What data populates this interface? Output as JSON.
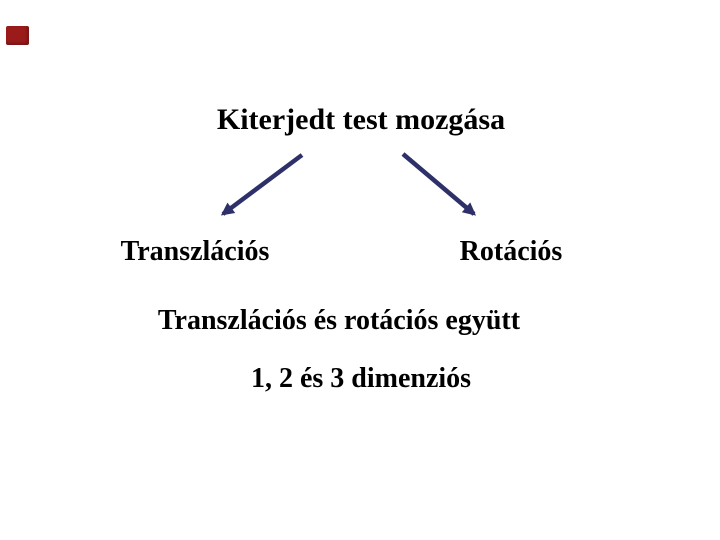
{
  "slide": {
    "title": "Kiterjedt test mozgása",
    "left_branch_label": "Transzlációs",
    "right_branch_label": "Rotációs",
    "combined_line": "Transzlációs és rotációs együtt",
    "dimensions_line": "1, 2 és 3 dimenziós",
    "icons": {
      "left_arrow": "arrow-down-left-icon",
      "right_arrow": "arrow-down-right-icon"
    },
    "colors": {
      "background": "#ffffff",
      "text": "#000000",
      "arrow": "#2e3169",
      "corner_mark": "#9b1b1b"
    }
  }
}
